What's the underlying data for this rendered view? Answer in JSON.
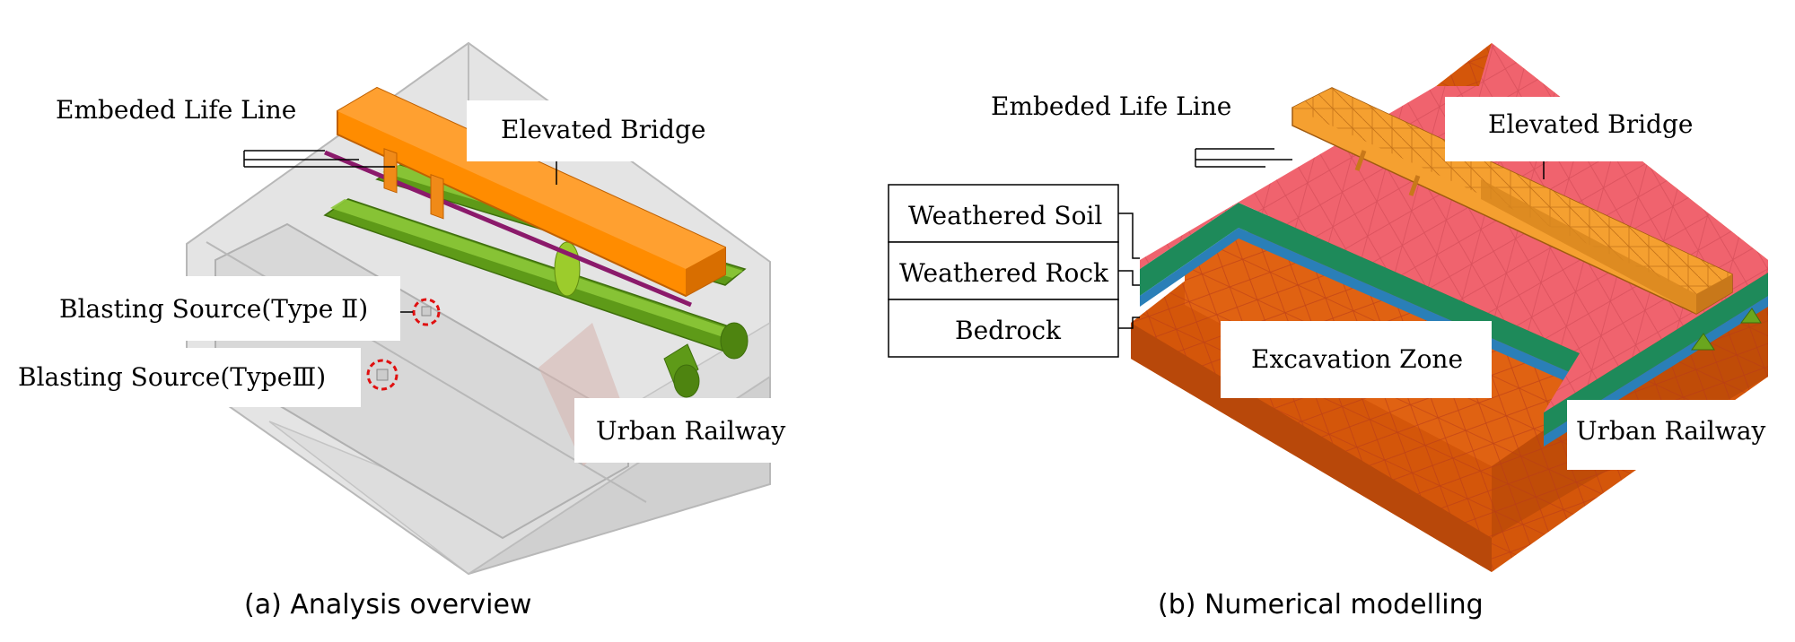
{
  "panel_a": {
    "caption": "(a) Analysis overview",
    "labels": {
      "life_line": "Embeded Life Line",
      "bridge": "Elevated Bridge",
      "blast_2": "Blasting Source(Type Ⅱ)",
      "blast_3": "Blasting Source(TypeⅢ)",
      "railway": "Urban Railway"
    }
  },
  "panel_b": {
    "caption": "(b) Numerical modelling",
    "labels": {
      "life_line": "Embeded Life Line",
      "bridge": "Elevated Bridge",
      "soil": "Weathered Soil",
      "rock": "Weathered Rock",
      "bedrock": "Bedrock",
      "excavation": "Excavation Zone",
      "railway": "Urban Railway"
    }
  },
  "colors": {
    "bridge": "#ff8c00",
    "bridge_mesh": "#f5a030",
    "tunnel": "#6aa61e",
    "lifeline": "#8b1a6b",
    "soil_surface": "#f0636e",
    "weathered_rock": "#1e8a5a",
    "bedrock_band": "#2a7fb8",
    "bedrock": "#d4560a",
    "blast_marker": "#e01010"
  }
}
